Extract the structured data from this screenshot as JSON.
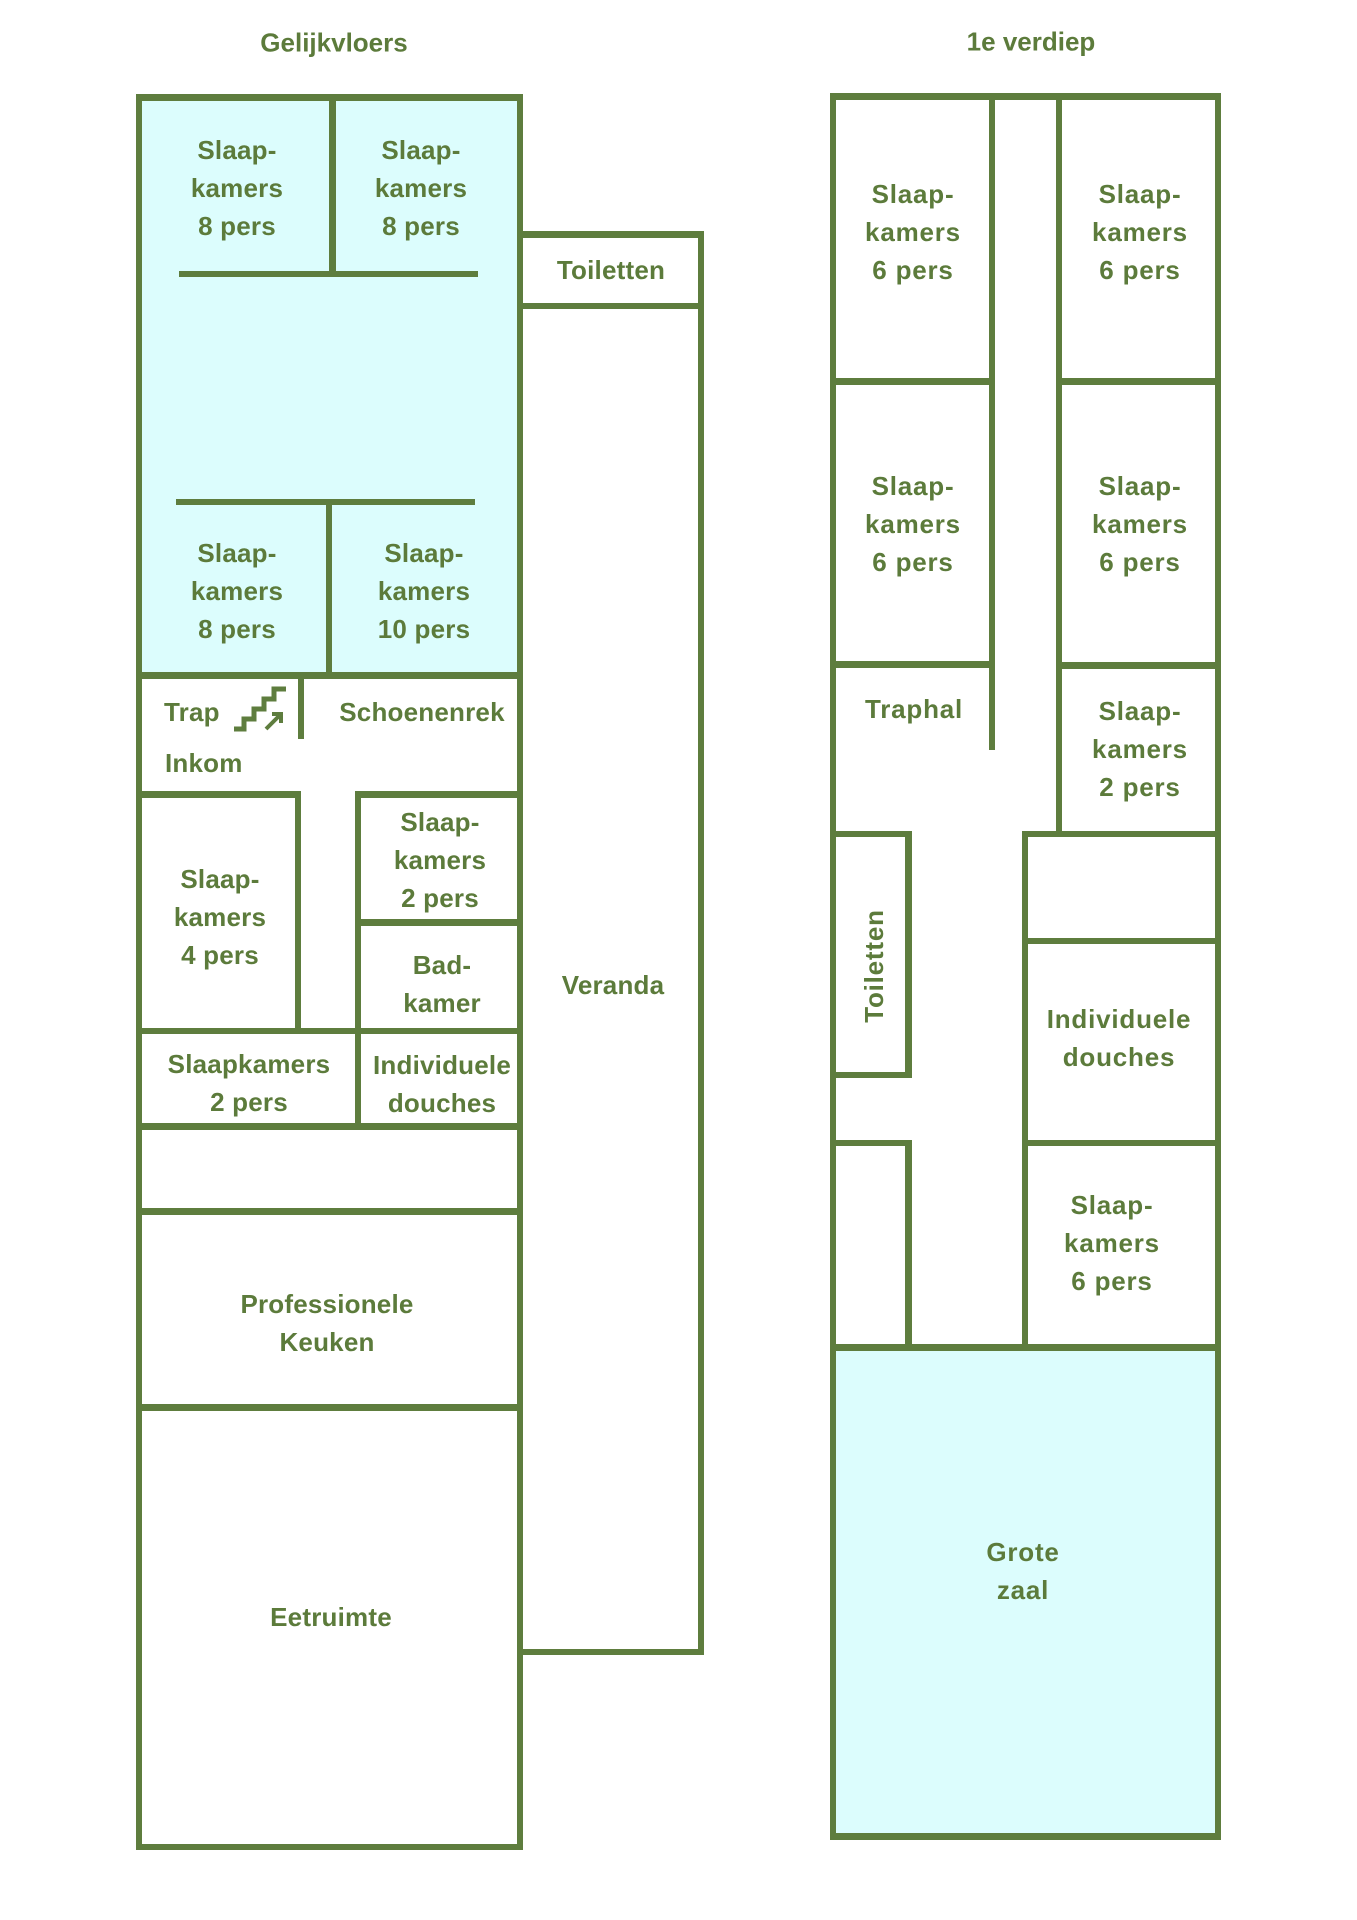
{
  "colors": {
    "wall": "#5e7d3e",
    "text": "#5c7b3b",
    "highlight_fill": "#dcfdfd",
    "background": "#ffffff"
  },
  "floors": [
    {
      "title": "Gelijkvloers",
      "rooms": [
        {
          "id": "gv-slaap-8a",
          "lines": [
            "Slaap-",
            "kamers",
            "8 pers"
          ],
          "highlighted": true
        },
        {
          "id": "gv-slaap-8b",
          "lines": [
            "Slaap-",
            "kamers",
            "8 pers"
          ],
          "highlighted": true
        },
        {
          "id": "gv-toiletten",
          "lines": [
            "Toiletten"
          ]
        },
        {
          "id": "gv-slaap-8c",
          "lines": [
            "Slaap-",
            "kamers",
            "8 pers"
          ],
          "highlighted": true
        },
        {
          "id": "gv-slaap-10",
          "lines": [
            "Slaap-",
            "kamers",
            "10 pers"
          ],
          "highlighted": true
        },
        {
          "id": "gv-trap",
          "lines": [
            "Trap"
          ],
          "icon": "stairs-up-icon"
        },
        {
          "id": "gv-schoenenrek",
          "lines": [
            "Schoenenrek"
          ]
        },
        {
          "id": "gv-inkom",
          "lines": [
            "Inkom"
          ]
        },
        {
          "id": "gv-slaap-4",
          "lines": [
            "Slaap-",
            "kamers",
            "4 pers"
          ]
        },
        {
          "id": "gv-slaap-2a",
          "lines": [
            "Slaap-",
            "kamers",
            "2 pers"
          ]
        },
        {
          "id": "gv-badkamer",
          "lines": [
            "Bad-",
            "kamer"
          ]
        },
        {
          "id": "gv-slaap-2b",
          "lines": [
            "Slaapkamers",
            "2 pers"
          ]
        },
        {
          "id": "gv-douches",
          "lines": [
            "Individuele",
            "douches"
          ]
        },
        {
          "id": "gv-keuken",
          "lines": [
            "Professionele",
            "Keuken"
          ]
        },
        {
          "id": "gv-eetruimte",
          "lines": [
            "Eetruimte"
          ]
        },
        {
          "id": "gv-veranda",
          "lines": [
            "Veranda"
          ]
        }
      ]
    },
    {
      "title": "1e verdiep",
      "rooms": [
        {
          "id": "v1-slaap-6a",
          "lines": [
            "Slaap-",
            "kamers",
            "6 pers"
          ]
        },
        {
          "id": "v1-slaap-6b",
          "lines": [
            "Slaap-",
            "kamers",
            "6 pers"
          ]
        },
        {
          "id": "v1-slaap-6c",
          "lines": [
            "Slaap-",
            "kamers",
            "6 pers"
          ]
        },
        {
          "id": "v1-slaap-6d",
          "lines": [
            "Slaap-",
            "kamers",
            "6 pers"
          ]
        },
        {
          "id": "v1-traphal",
          "lines": [
            "Traphal"
          ]
        },
        {
          "id": "v1-slaap-2",
          "lines": [
            "Slaap-",
            "kamers",
            "2 pers"
          ]
        },
        {
          "id": "v1-toiletten",
          "lines": [
            "Toiletten"
          ]
        },
        {
          "id": "v1-douches",
          "lines": [
            "Individuele",
            "douches"
          ]
        },
        {
          "id": "v1-slaap-6e",
          "lines": [
            "Slaap-",
            "kamers",
            "6 pers"
          ]
        },
        {
          "id": "v1-grote-zaal",
          "lines": [
            "Grote",
            "zaal"
          ],
          "highlighted": true
        }
      ]
    }
  ]
}
